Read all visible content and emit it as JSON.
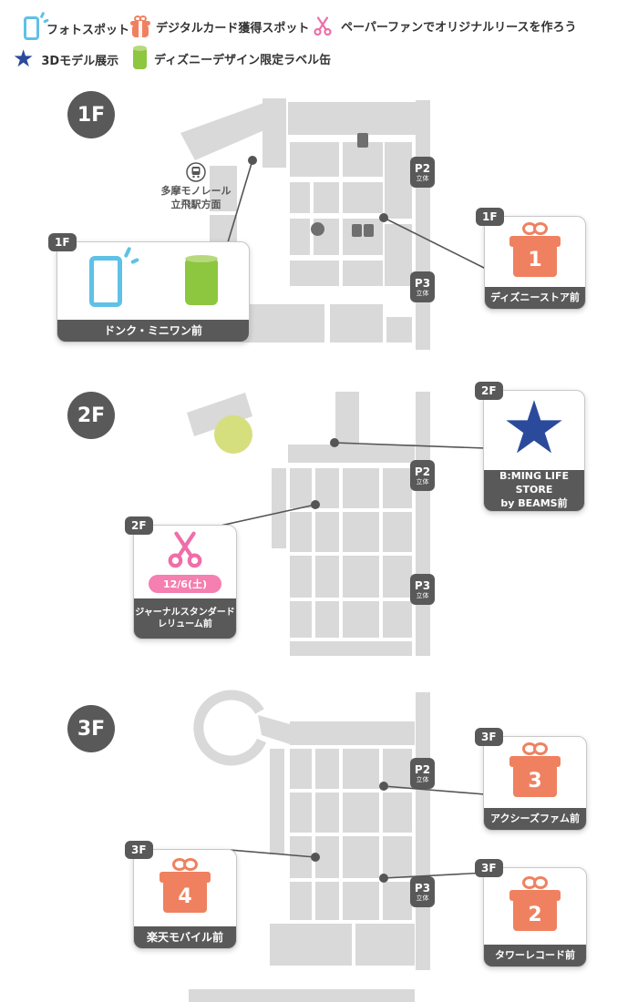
{
  "legend": {
    "items": [
      {
        "icon": "photo-spot-phone-icon",
        "label": "フォトスポット"
      },
      {
        "icon": "digital-card-gift-icon",
        "label": "デジタルカード獲得スポット"
      },
      {
        "icon": "paper-fan-scissors-icon",
        "label": "ペーパーファンでオリジナルリースを作ろう"
      },
      {
        "icon": "3d-model-star-icon",
        "label": "3Dモデル展示"
      },
      {
        "icon": "disney-label-can-icon",
        "label": "ディズニーデザイン限定ラベル缶"
      }
    ]
  },
  "floors": [
    {
      "label": "1F"
    },
    {
      "label": "2F"
    },
    {
      "label": "3F"
    }
  ],
  "map": {
    "station": {
      "line1": "多摩モノレール",
      "line2": "立飛駅方面"
    },
    "parking": {
      "p2": "P2",
      "p3": "P3",
      "type": "立体"
    }
  },
  "callouts": {
    "donq": {
      "floor": "1F",
      "label": "ドンク・ミニワン前"
    },
    "disney_store": {
      "floor": "1F",
      "number": "1",
      "label": "ディズニーストア前"
    },
    "bming": {
      "floor": "2F",
      "line1": "B:MING LIFE STORE",
      "line2": "by BEAMS前"
    },
    "journal_standard": {
      "floor": "2F",
      "date": "12/6(土)",
      "line1": "ジャーナルスタンダード",
      "line2": "レリューム前"
    },
    "axes_femme": {
      "floor": "3F",
      "number": "3",
      "label": "アクシーズファム前"
    },
    "rakuten_mobile": {
      "floor": "3F",
      "number": "4",
      "label": "楽天モバイル前"
    },
    "tower_records": {
      "floor": "3F",
      "number": "2",
      "label": "タワーレコード前"
    }
  },
  "icons": {
    "star": "★"
  },
  "colors": {
    "map_gray": "#d9d9d9",
    "dark_gray": "#595959",
    "gift_orange": "#ef8160",
    "photo_blue": "#5ec1e6",
    "can_green": "#8dc63f",
    "scissors_pink": "#ef6ea8",
    "star_navy": "#2b4a9b",
    "date_pill_pink": "#f47fb0",
    "plaza_green": "#d6df7d",
    "water_blue": "#cfe5f1"
  }
}
